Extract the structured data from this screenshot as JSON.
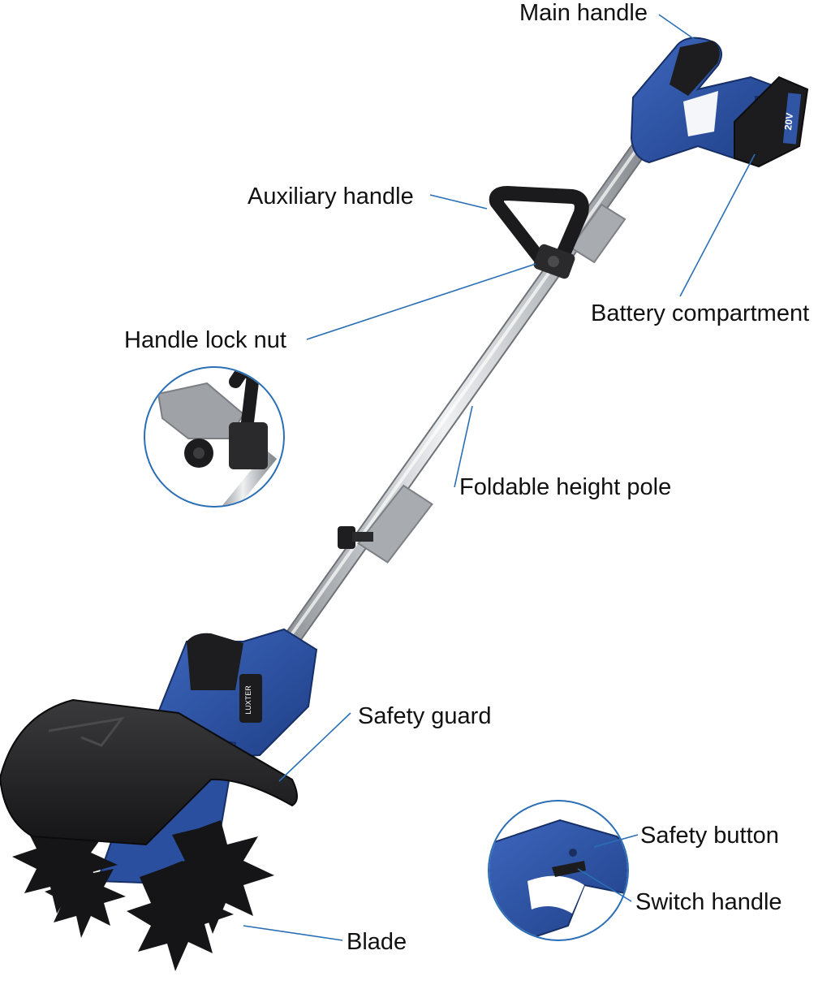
{
  "labels": {
    "main_handle": "Main handle",
    "auxiliary_handle": "Auxiliary handle",
    "battery_compartment": "Battery compartment",
    "handle_lock_nut": "Handle lock nut",
    "foldable_height_pole": "Foldable height pole",
    "safety_guard": "Safety guard",
    "safety_button": "Safety button",
    "switch_handle": "Switch handle",
    "blade": "Blade"
  },
  "product": {
    "brand_mark": "LUXTER",
    "battery_mark": "20V"
  },
  "colors": {
    "body_blue": "#2f55a4",
    "dark_blue": "#1e3a7a",
    "guard_black": "#1c1c1e",
    "pole_silver": "#c9ccd1",
    "joint_gray": "#9a9da2",
    "leader_line": "#2a6fb5",
    "callout_circle": "#2a6fb5"
  }
}
